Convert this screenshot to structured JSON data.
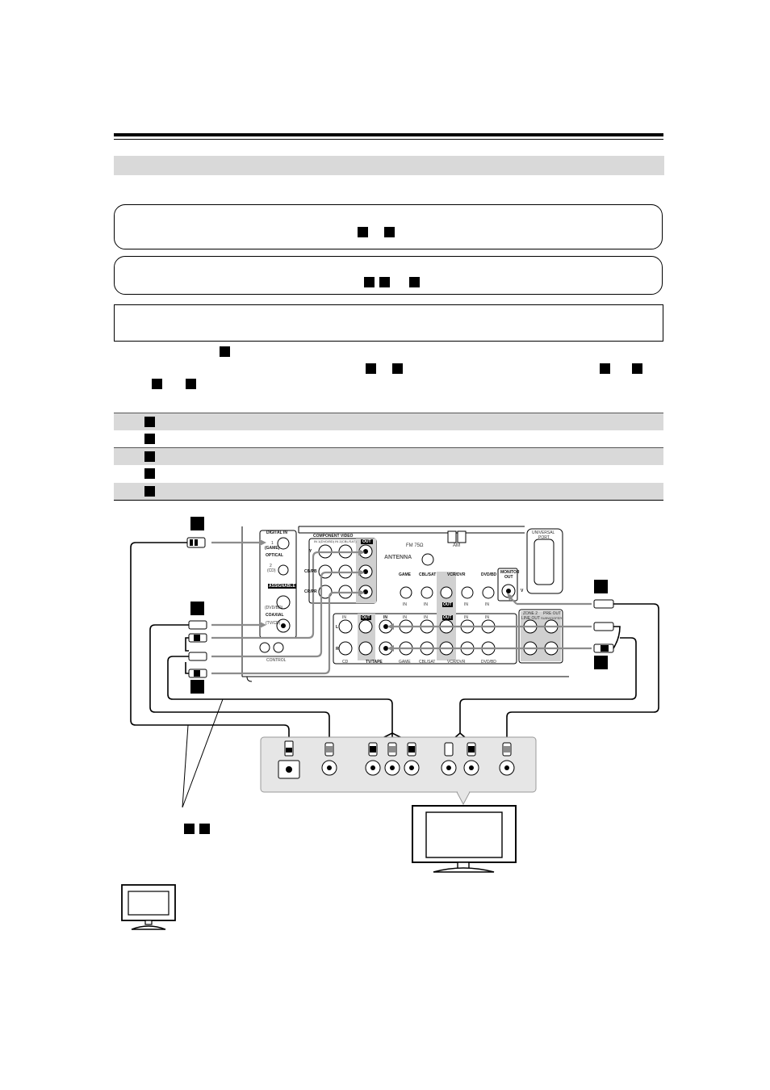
{
  "labels": {
    "digital_in": "DIGITAL IN",
    "coax_num": "1",
    "game_tag": "(GAME)",
    "optical": "OPTICAL",
    "opt_num": "2",
    "opt_tag": "(CD)",
    "assignable": "ASSIGNABLE",
    "dvd_bd": "(DVD/BD)",
    "coaxial": "COAXIAL",
    "tv_cd": "(TV/CD)",
    "control": "CONTROL",
    "component_video": "COMPONENT VIDEO",
    "cv_in": "IN 1(DVD/BD) IN 2(CBL/SAT)",
    "cv_out": "OUT",
    "y": "Y",
    "cb": "CB/PB",
    "cr": "CR/PR",
    "fm": "FM 75Ω",
    "am": "AM",
    "antenna": "ANTENNA",
    "universal": "UNIVERSAL",
    "port": "PORT",
    "game": "GAME",
    "cbl_sat": "CBL/SAT",
    "vcr_dvr": "VCR/DVR",
    "dvd_bd2": "DVD/BD",
    "monitor": "MONITOR",
    "out": "OUT",
    "v": "V",
    "in": "IN",
    "l": "L",
    "r": "R",
    "tv_tape": "TV/TAPE",
    "cd": "CD",
    "zone2": "ZONE 2",
    "line_out": "LINE OUT",
    "pre_out": "PRE OUT",
    "subwoofer": "SUBWOOFER"
  },
  "colors": {
    "shade": "#d9d9d9",
    "cable_gray": "#8c8c8c",
    "black": "#000000"
  }
}
